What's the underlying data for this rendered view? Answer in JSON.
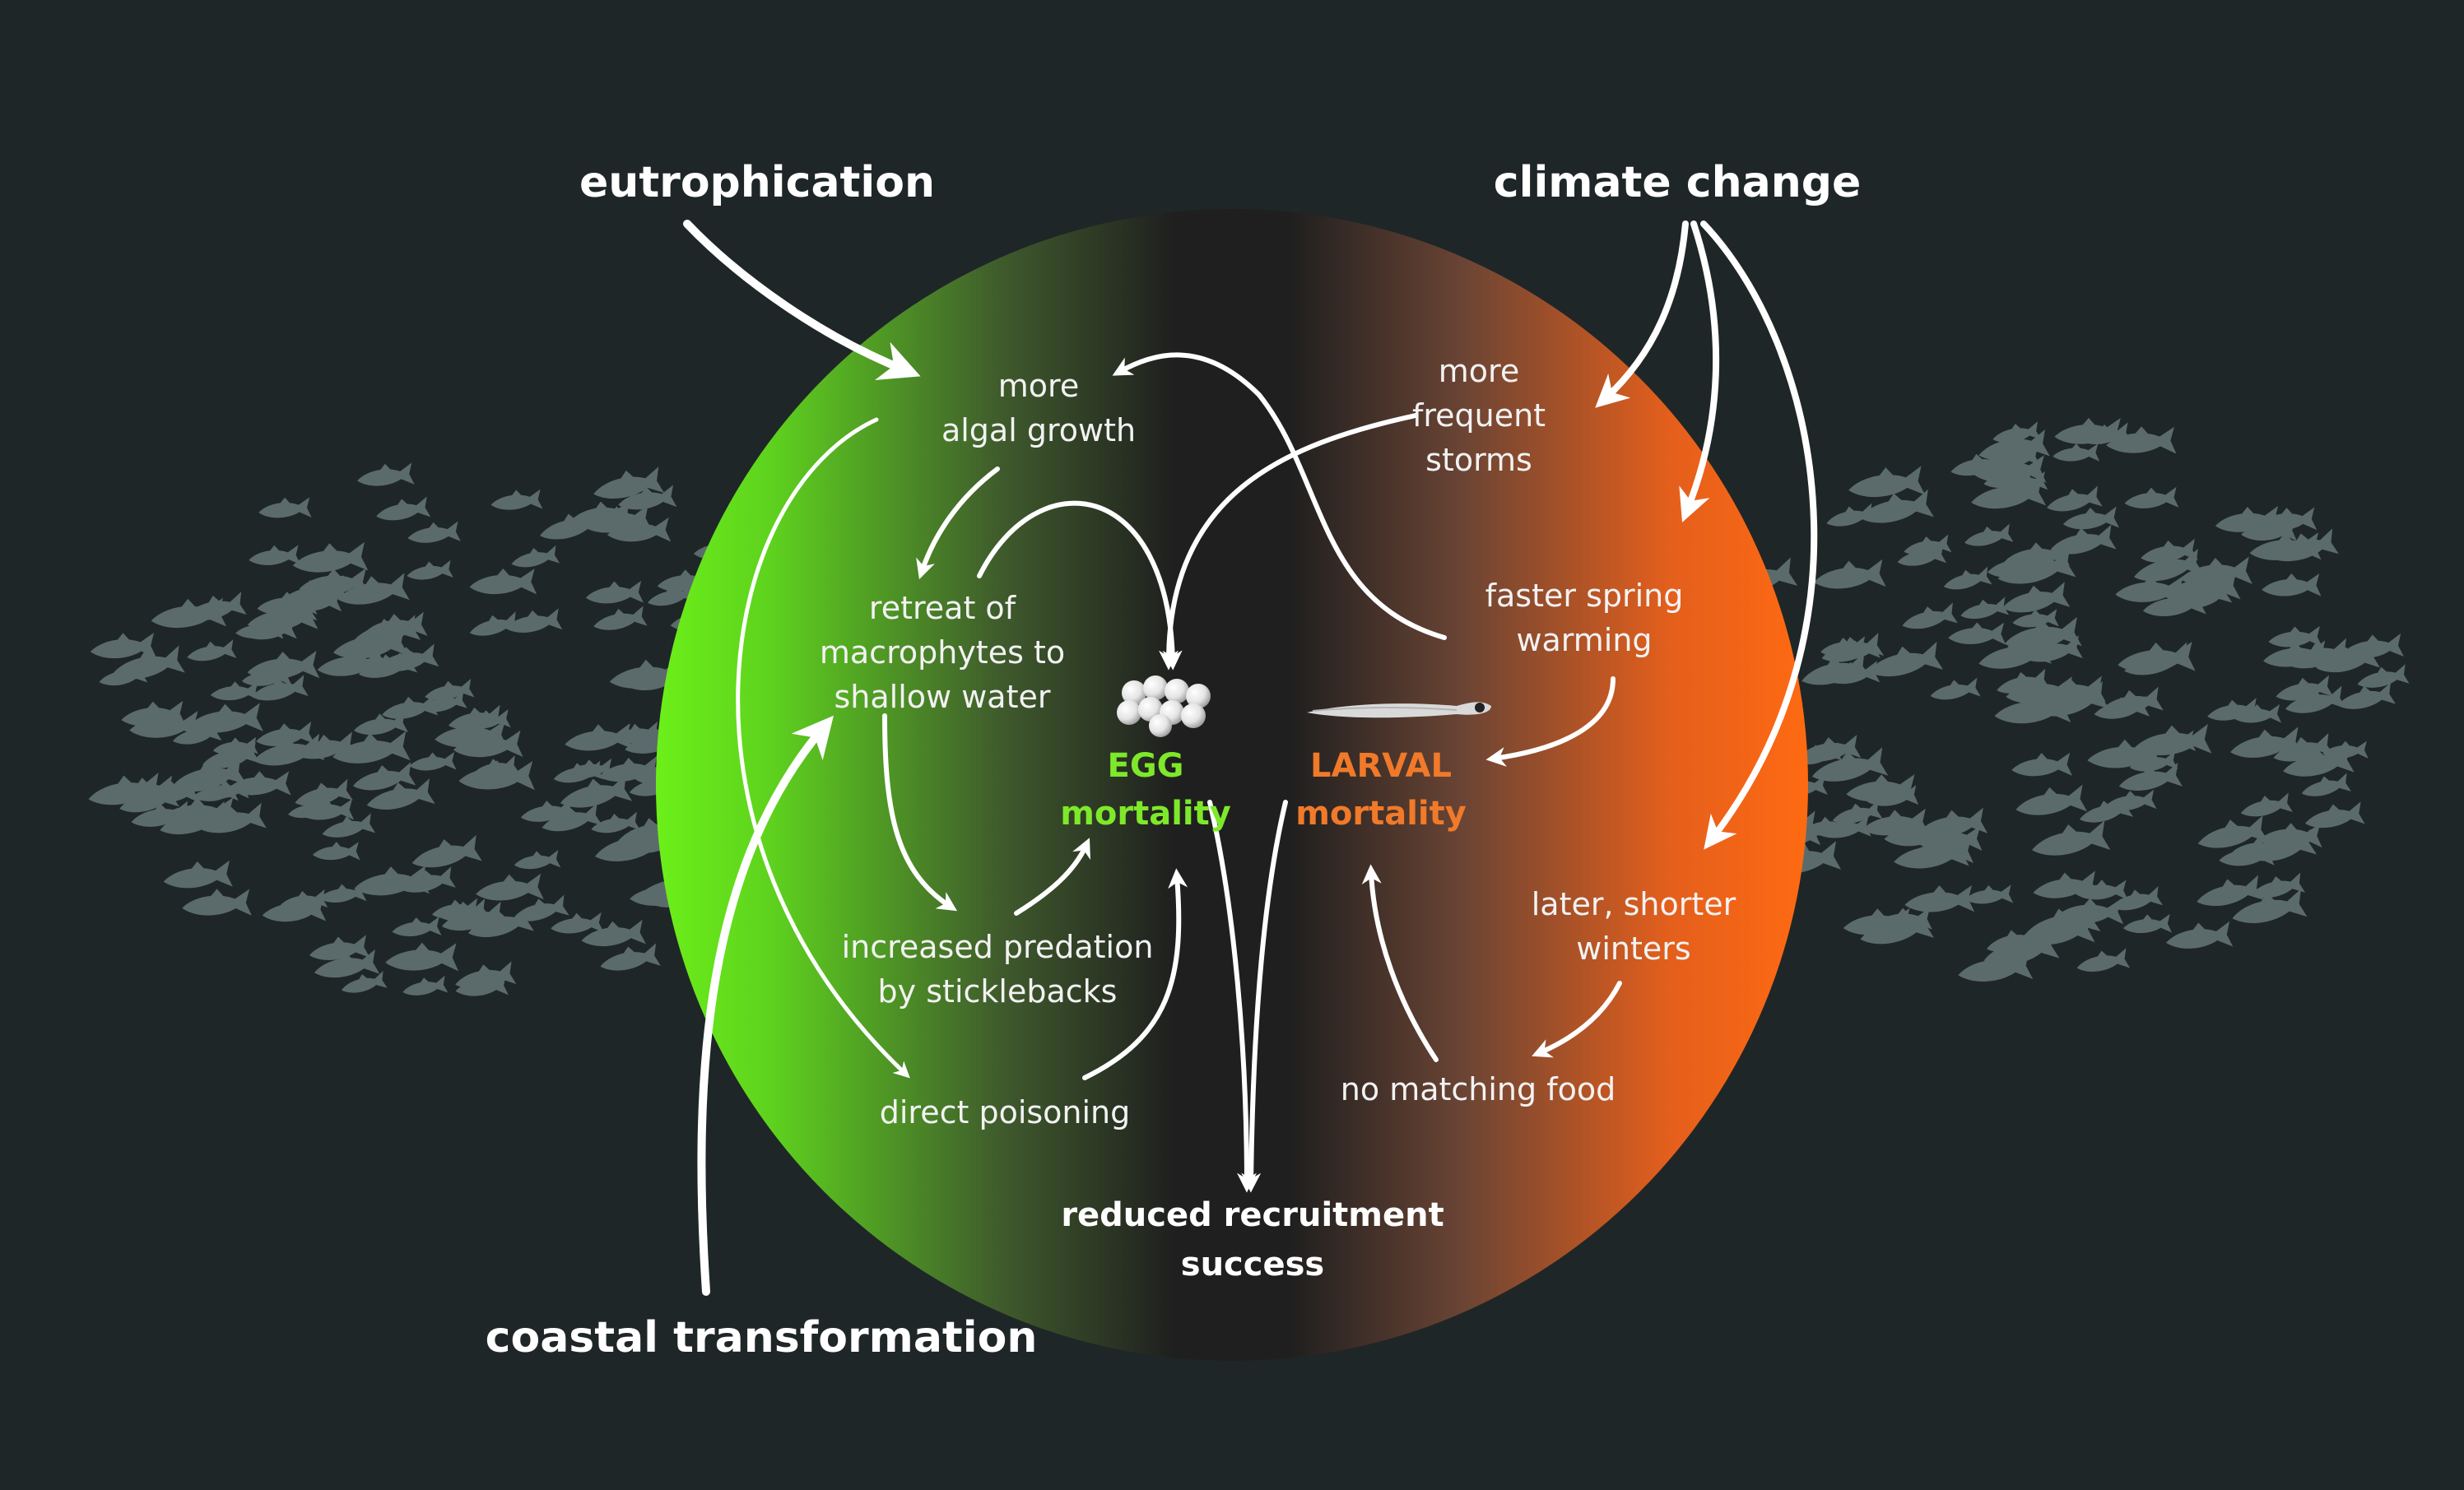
{
  "drivers": {
    "eutrophication": "eutrophication",
    "climate_change": "climate change",
    "coastal_transformation": "coastal transformation"
  },
  "factors": {
    "algal_growth": "more\nalgal growth",
    "macrophytes": "retreat of\nmacrophytes to\nshallow water",
    "predation": "increased predation\nby sticklebacks",
    "poisoning": "direct poisoning",
    "storms": "more\nfrequent\nstorms",
    "spring_warming": "faster spring\nwarming",
    "winters": "later, shorter\nwinters",
    "food": "no matching food"
  },
  "mortality": {
    "egg_label": "EGG",
    "egg_word": "mortality",
    "larval_label": "LARVAL",
    "larval_word": "mortality"
  },
  "outcome": "reduced recruitment\nsuccess",
  "colors": {
    "background": "#1f2627",
    "fish": "#5b6b6c",
    "egg_green": "#7ee82a",
    "larval_orange": "#f07a2a",
    "circle_left": "#6cf019",
    "circle_right": "#ff6a12",
    "circle_center": "#1f1f1f",
    "arrows": "#ffffff"
  },
  "icons": {
    "eggs": "fish-egg-cluster-icon",
    "larva": "fish-larva-icon",
    "school": "fish-school-icon"
  }
}
